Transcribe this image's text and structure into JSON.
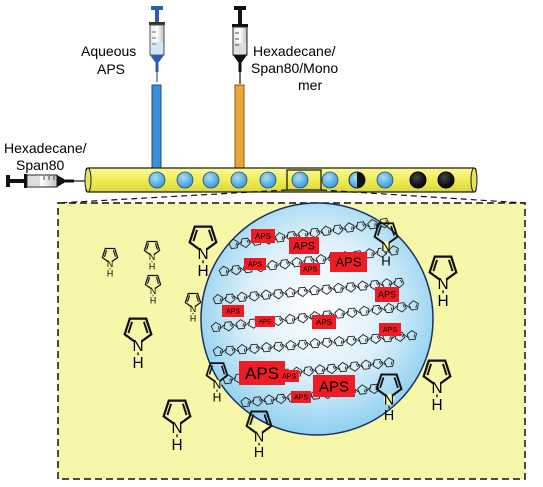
{
  "labels": {
    "aqueous_line1": "Aqueous",
    "aqueous_line2": "APS",
    "monomer_line1": "Hexadecane/",
    "monomer_line2": "Span80/Mono",
    "monomer_line3": "mer",
    "carrier_line1": "Hexadecane/",
    "carrier_line2": "Span80"
  },
  "aps_label": "APS",
  "nh_label": "H",
  "n_label": "N",
  "colors": {
    "channel_fill": "#f4f26a",
    "inset_fill": "#f6f7a8",
    "droplet_blue": "#56b0e6",
    "droplet_black": "#0a0a0a",
    "aqueous_tube": "#3b8fd6",
    "monomer_tube": "#e9a63a",
    "aps_box": "#ee1c25",
    "droplet_edge": "#1c2f66"
  },
  "icons": [
    "syringe-icon",
    "pyrrole-icon",
    "polypyrrole-chain-icon",
    "aps-oxidant-icon"
  ]
}
